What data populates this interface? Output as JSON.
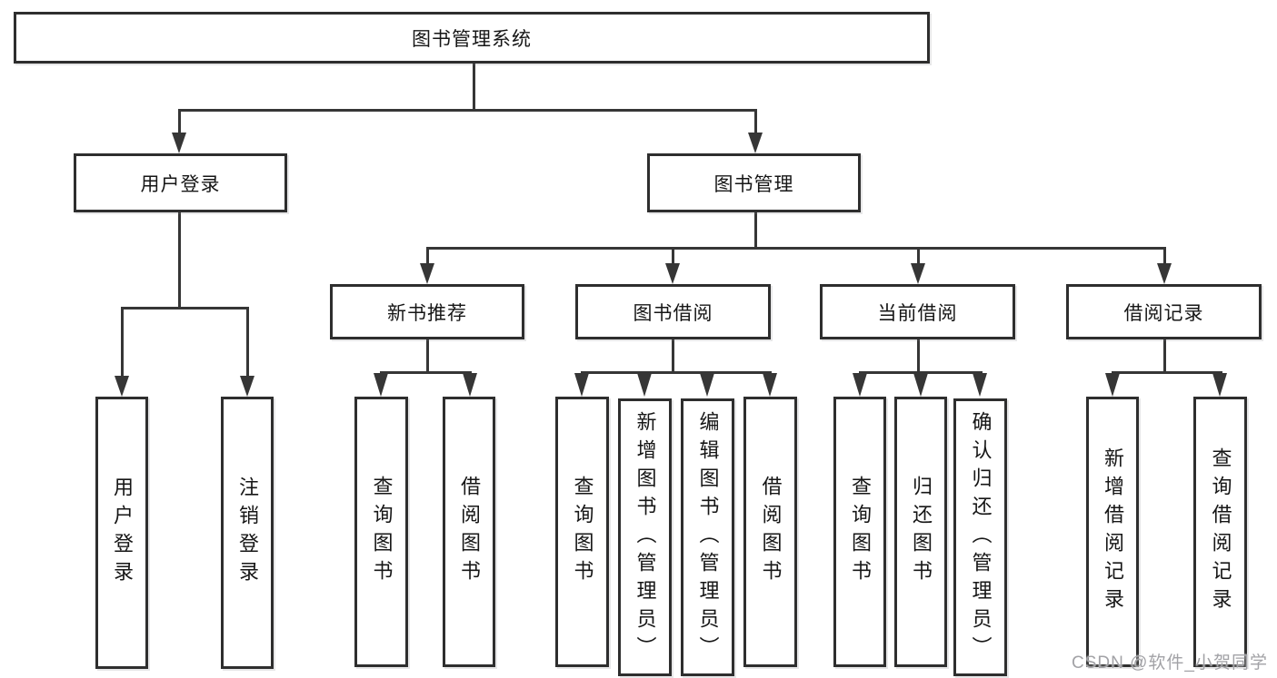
{
  "diagram": {
    "type": "hierarchy-tree",
    "colors": {
      "line": "#363636",
      "box_border": "#2e2e2e",
      "text": "#161616",
      "background": "#ffffff",
      "watermark": "#a2a2a6"
    },
    "nodes": {
      "root": {
        "label": "图书管理系统"
      },
      "login_group": {
        "label": "用户登录"
      },
      "book_mgmt": {
        "label": "图书管理"
      },
      "new_book_rec": {
        "label": "新书推荐"
      },
      "book_borrow": {
        "label": "图书借阅"
      },
      "current_borrow": {
        "label": "当前借阅"
      },
      "borrow_records": {
        "label": "借阅记录"
      },
      "user_login": {
        "label": "用户登录"
      },
      "logout": {
        "label": "注销登录"
      },
      "nb_query": {
        "label": "查询图书"
      },
      "nb_borrow": {
        "label": "借阅图书"
      },
      "bb_query": {
        "label": "查询图书"
      },
      "bb_add": {
        "label": "新增图书（管理员）"
      },
      "bb_edit": {
        "label": "编辑图书（管理员）"
      },
      "bb_borrow": {
        "label": "借阅图书"
      },
      "cb_query": {
        "label": "查询图书"
      },
      "cb_return": {
        "label": "归还图书"
      },
      "cb_confirm": {
        "label": "确认归还（管理员）"
      },
      "br_add": {
        "label": "新增借阅记录"
      },
      "br_query": {
        "label": "查询借阅记录"
      }
    },
    "edges": [
      "root->login_group",
      "root->book_mgmt",
      "login_group->user_login",
      "login_group->logout",
      "book_mgmt->new_book_rec",
      "book_mgmt->book_borrow",
      "book_mgmt->current_borrow",
      "book_mgmt->borrow_records",
      "new_book_rec->nb_query",
      "new_book_rec->nb_borrow",
      "book_borrow->bb_query",
      "book_borrow->bb_add",
      "book_borrow->bb_edit",
      "book_borrow->bb_borrow",
      "current_borrow->cb_query",
      "current_borrow->cb_return",
      "current_borrow->cb_confirm",
      "borrow_records->br_add",
      "borrow_records->br_query"
    ],
    "watermark": {
      "text": "CSDN @软件_小贺同学"
    }
  }
}
